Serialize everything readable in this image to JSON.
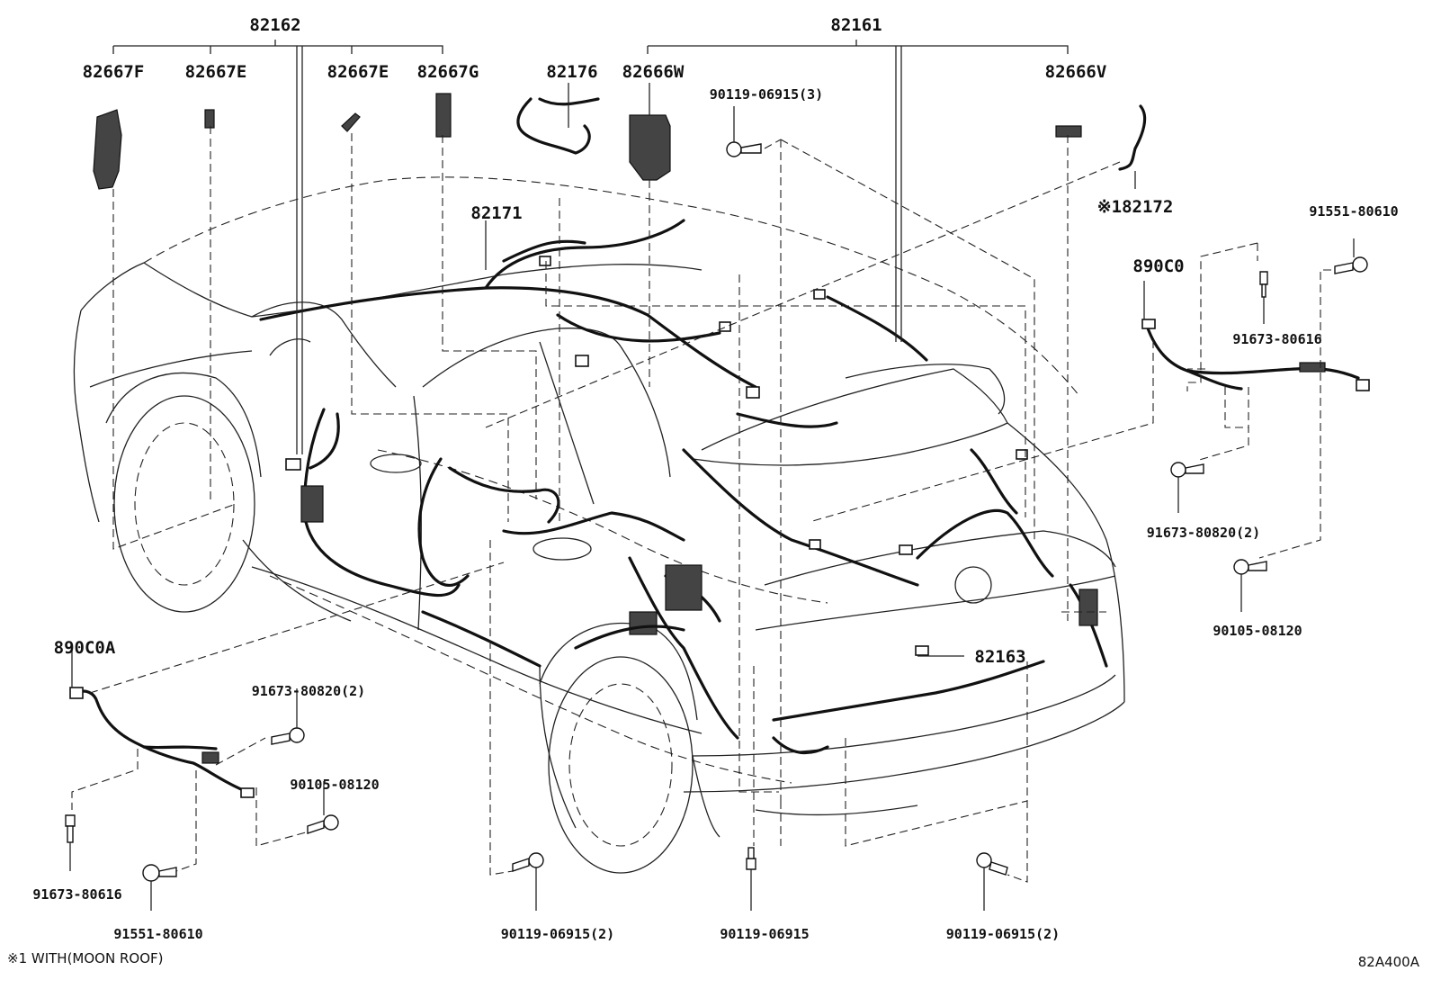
{
  "labels": {
    "p82162": "82162",
    "p82161": "82161",
    "p82667F": "82667F",
    "p82667E_1": "82667E",
    "p82667E_2": "82667E",
    "p82667G": "82667G",
    "p82176": "82176",
    "p82666W": "82666W",
    "p82666V": "82666V",
    "p90119_06915_3": "90119-06915(3)",
    "p82172": "※182172",
    "p91551_80610_r": "91551-80610",
    "p890C0": "890C0",
    "p91673_80616_r": "91673-80616",
    "p82171": "82171",
    "p91673_80820_2_r": "91673-80820(2)",
    "p90105_08120_r": "90105-08120",
    "p82163": "82163",
    "p890C0A": "890C0A",
    "p91673_80820_2_l": "91673-80820(2)",
    "p90105_08120_l": "90105-08120",
    "p91673_80616_l": "91673-80616",
    "p91551_80610_l": "91551-80610",
    "p90119_06915_2_a": "90119-06915(2)",
    "p90119_06915": "90119-06915",
    "p90119_06915_2_b": "90119-06915(2)"
  },
  "footnote": "※1 WITH(MOON ROOF)",
  "diagram_code": "82A400A"
}
